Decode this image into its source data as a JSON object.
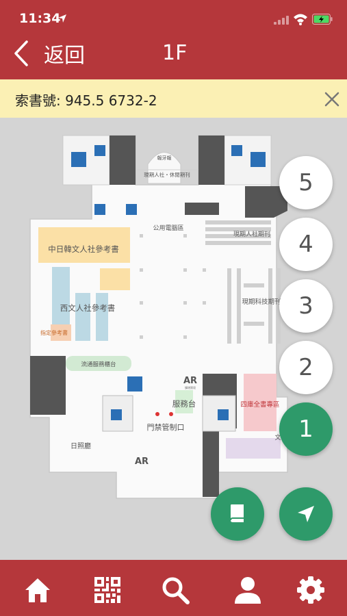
{
  "status": {
    "time": "11:34"
  },
  "header": {
    "back_label": "返回",
    "floor_title": "1F"
  },
  "call_number": {
    "text": "索書號: 945.5 6732-2"
  },
  "map": {
    "labels": {
      "newspaper": "報牙報",
      "current_periodicals_top": "現期人社・休閒期刊",
      "public_computers": "公用電腦區",
      "current_social_periodicals": "現期人社期刊",
      "cjk_reference": "中日韓文人社參考書",
      "western_reference": "西文人社參考書",
      "current_sci_periodicals": "現期科技期刊",
      "assigned_reference": "指定參考書",
      "circulation_desk": "流通服務櫃台",
      "service_desk": "服務台",
      "siku": "四庫全書專區",
      "access_gate": "門禁管制口",
      "sunshine_hall": "日照廳",
      "wen": "文",
      "ar_sub": "擴增實境"
    }
  },
  "floors": [
    {
      "label": "5",
      "active": false
    },
    {
      "label": "4",
      "active": false
    },
    {
      "label": "3",
      "active": false
    },
    {
      "label": "2",
      "active": false
    },
    {
      "label": "1",
      "active": true
    }
  ],
  "colors": {
    "brand": "#b5373b",
    "accent": "#2e9a6a",
    "callbar": "#fbf0b4"
  },
  "nav": [
    {
      "icon": "home-icon"
    },
    {
      "icon": "qr-code-icon"
    },
    {
      "icon": "search-icon"
    },
    {
      "icon": "user-icon"
    },
    {
      "icon": "gear-icon"
    }
  ]
}
